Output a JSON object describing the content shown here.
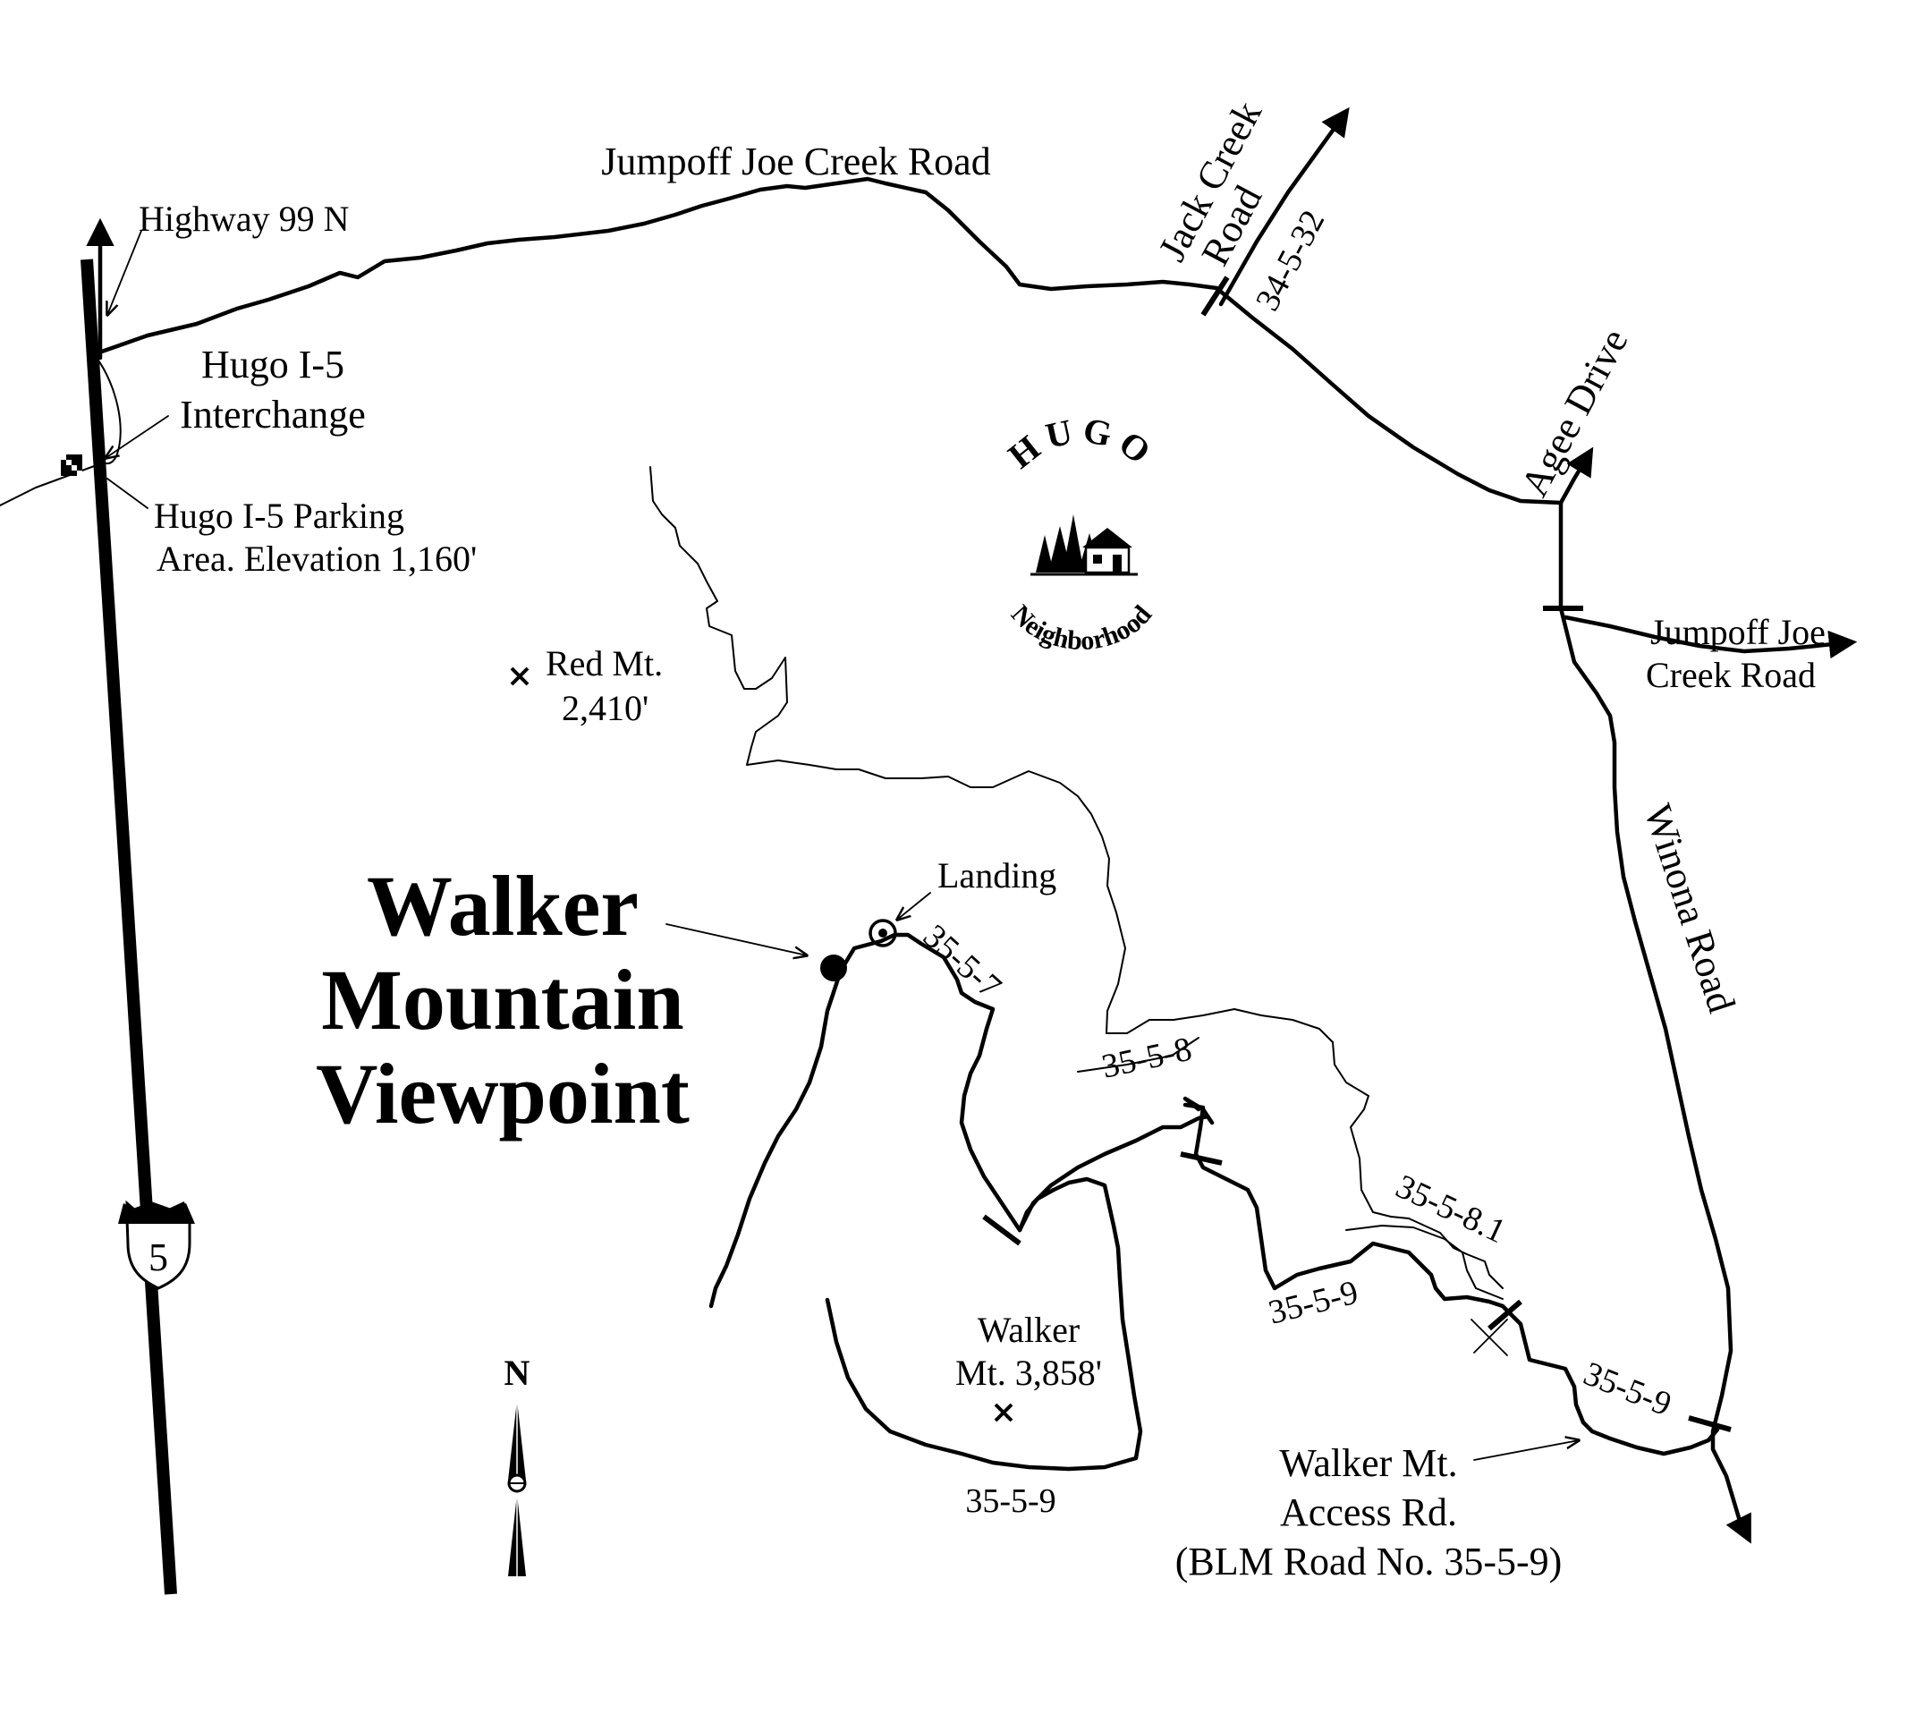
{
  "map": {
    "title_lines": [
      "Walker",
      "Mountain",
      "Viewpoint"
    ],
    "north_label": "N",
    "interstate_shield": "5",
    "hugo_logo": {
      "name": "HUGO",
      "subtitle": "Neighborhood"
    },
    "roads": {
      "jumpoff_joe_top": "Jumpoff Joe Creek Road",
      "highway_99": "Highway 99 N",
      "jack_creek_line1": "Jack Creek",
      "jack_creek_line2": "Road",
      "jack_creek_number": "34-5-32",
      "agee_drive": "Agee Drive",
      "jumpoff_joe_right_line1": "Jumpoff Joe",
      "jumpoff_joe_right_line2": "Creek Road",
      "winona_road": "Winona Road",
      "r_35_5_7": "35-5-7",
      "r_35_5_8": "35-5-8",
      "r_35_5_8_1": "35-5-8.1",
      "r_35_5_9_a": "35-5-9",
      "r_35_5_9_b": "35-5-9",
      "r_35_5_9_c": "35-5-9"
    },
    "places": {
      "interchange_line1": "Hugo I-5",
      "interchange_line2": "Interchange",
      "parking_line1": "Hugo I-5 Parking",
      "parking_line2": "Area.  Elevation 1,160'",
      "red_mt_line1": "Red Mt.",
      "red_mt_line2": "2,410'",
      "landing": "Landing",
      "walker_mt_line1": "Walker",
      "walker_mt_line2": "Mt. 3,858'",
      "access_line1": "Walker Mt.",
      "access_line2": "Access Rd.",
      "access_line3": "(BLM Road No. 35-5-9)"
    }
  }
}
